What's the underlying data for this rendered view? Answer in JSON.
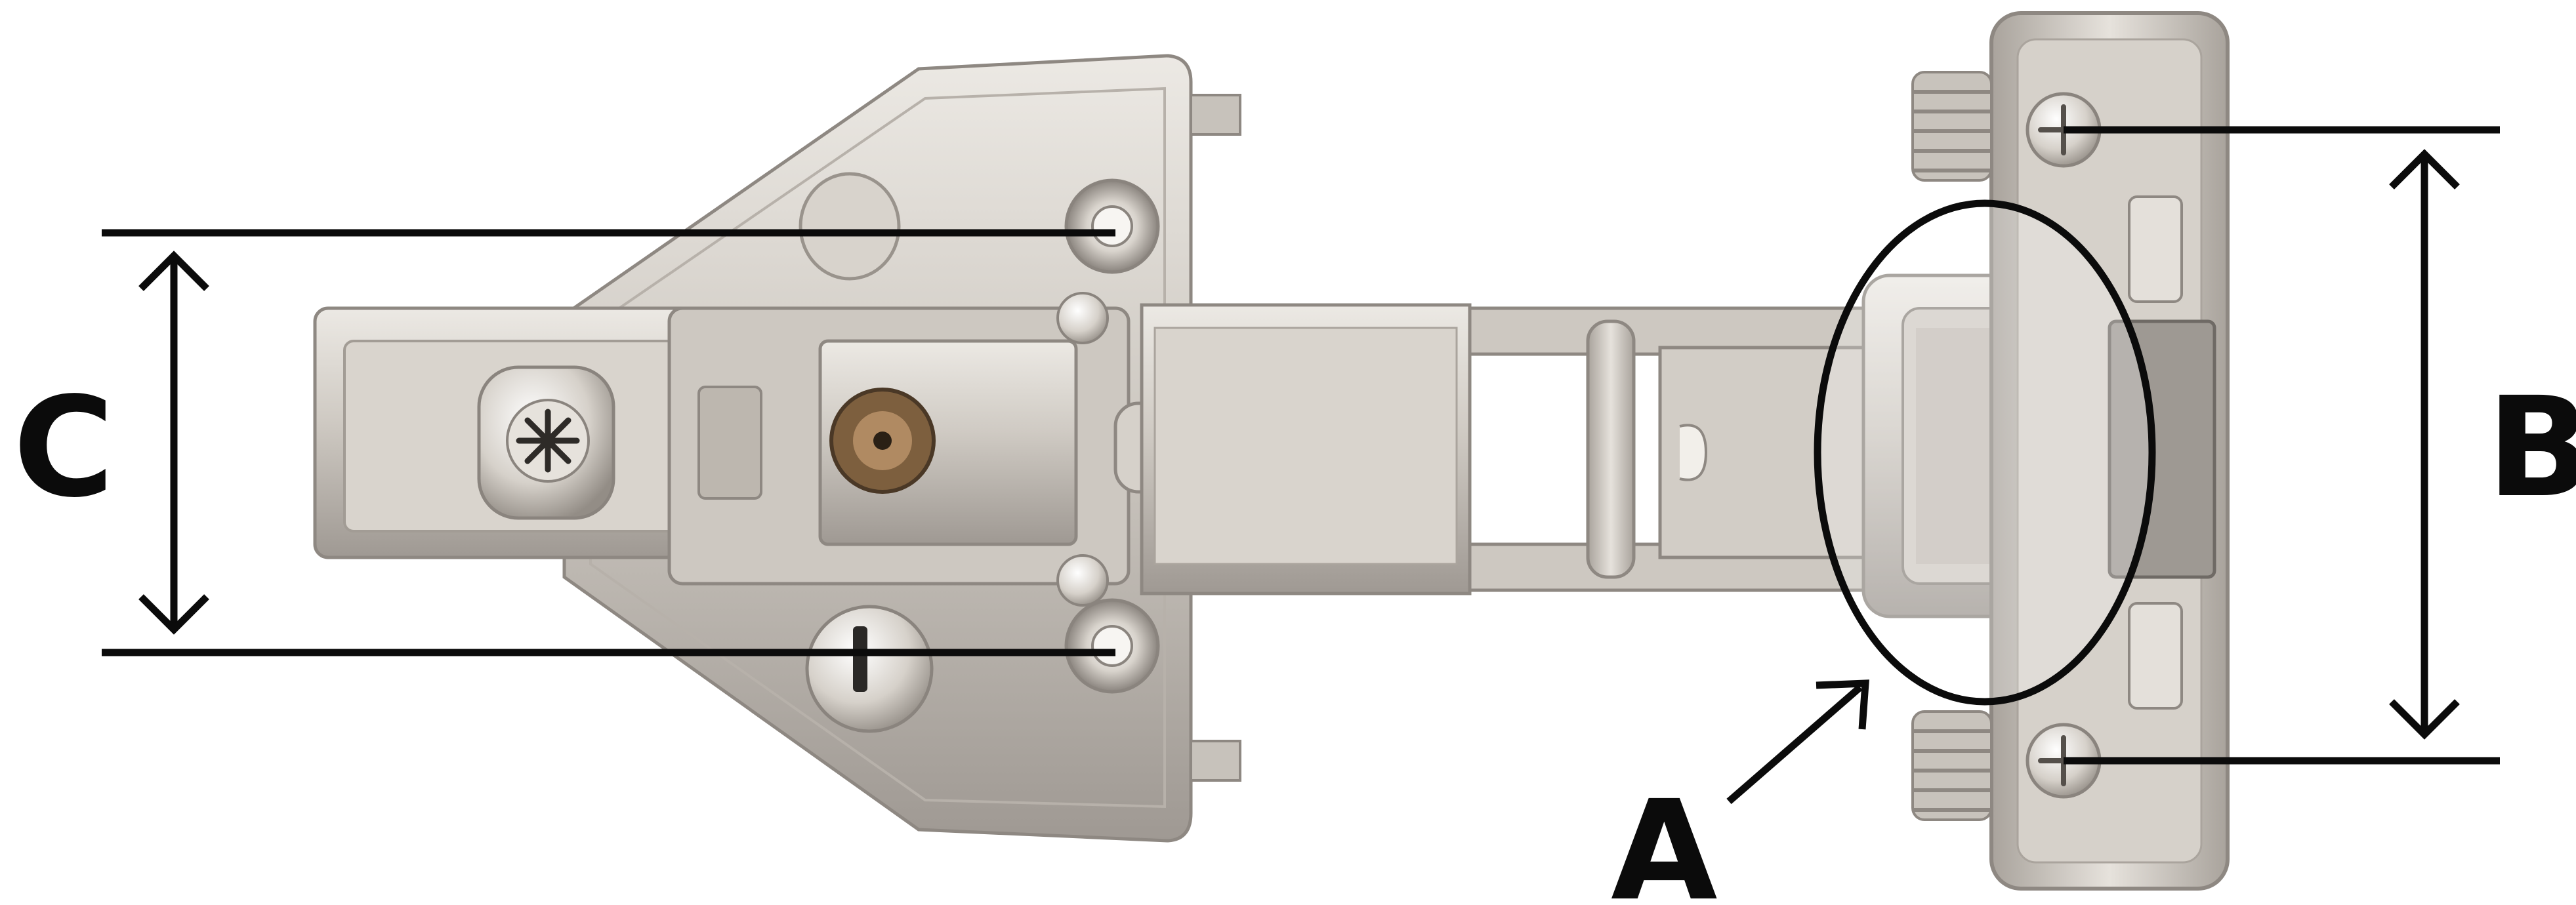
{
  "labels": {
    "a": "A",
    "b": "B",
    "c": "C"
  },
  "colors": {
    "ink": "#0b0b0b",
    "metal_light": "#dcd8d2",
    "metal_mid": "#bdb7af",
    "metal_dark": "#8f8983",
    "background": "#ffffff"
  },
  "parts": {
    "mounting_plate": "mounting-plate",
    "hinge_arm": "hinge-arm",
    "hinge_cup": "hinge-cup",
    "adjustment_screw": "cross-head-screw",
    "cam_screw": "slot-screw"
  }
}
